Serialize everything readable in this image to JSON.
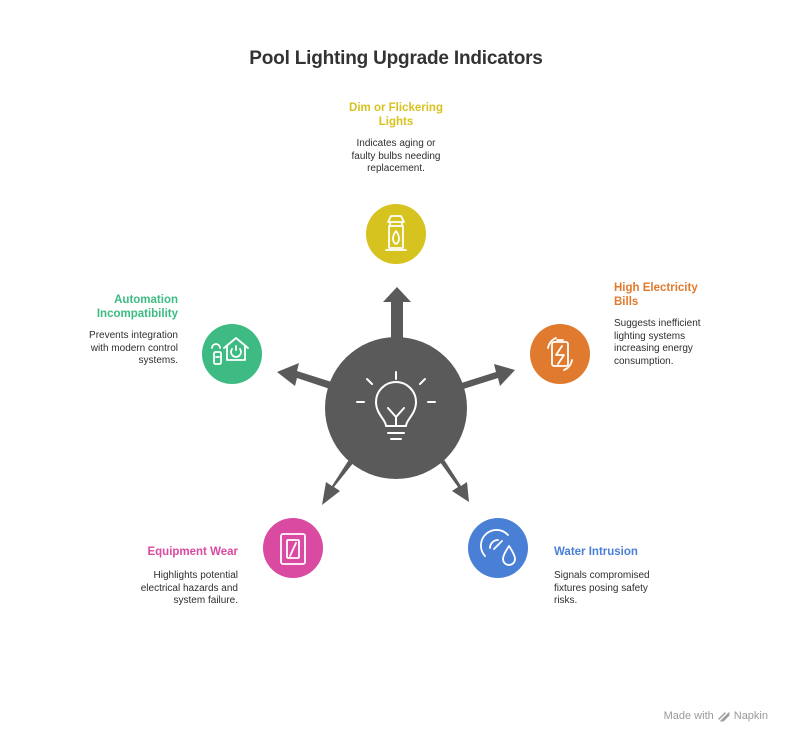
{
  "title": "Pool Lighting Upgrade Indicators",
  "center": {
    "icon": "lightbulb-icon",
    "color": "#5a5a5a"
  },
  "items": [
    {
      "key": "dim",
      "heading": "Dim or Flickering Lights",
      "heading_lines": [
        "Dim or Flickering",
        "Lights"
      ],
      "description_lines": [
        "Indicates aging or",
        "faulty bulbs needing",
        "replacement."
      ],
      "color": "#d7c320",
      "icon": "lantern-icon"
    },
    {
      "key": "electricity",
      "heading": "High Electricity Bills",
      "heading_lines": [
        "High Electricity",
        "Bills"
      ],
      "description_lines": [
        "Suggests inefficient",
        "lighting systems",
        "increasing energy",
        "consumption."
      ],
      "color": "#e07a2e",
      "icon": "battery-cycle-icon"
    },
    {
      "key": "water",
      "heading": "Water Intrusion",
      "heading_lines": [
        "Water Intrusion"
      ],
      "description_lines": [
        "Signals compromised",
        "fixtures posing safety",
        "risks."
      ],
      "color": "#4a7fd6",
      "icon": "water-gauge-icon"
    },
    {
      "key": "wear",
      "heading": "Equipment Wear",
      "heading_lines": [
        "Equipment Wear"
      ],
      "description_lines": [
        "Highlights potential",
        "electrical hazards and",
        "system failure."
      ],
      "color": "#d94aa0",
      "icon": "switch-icon"
    },
    {
      "key": "automation",
      "heading": "Automation Incompatibility",
      "heading_lines": [
        "Automation",
        "Incompatibility"
      ],
      "description_lines": [
        "Prevents integration",
        "with modern control",
        "systems."
      ],
      "color": "#3dbb82",
      "icon": "smart-home-icon"
    }
  ],
  "footer": {
    "made_with": "Made with",
    "brand": "Napkin"
  }
}
